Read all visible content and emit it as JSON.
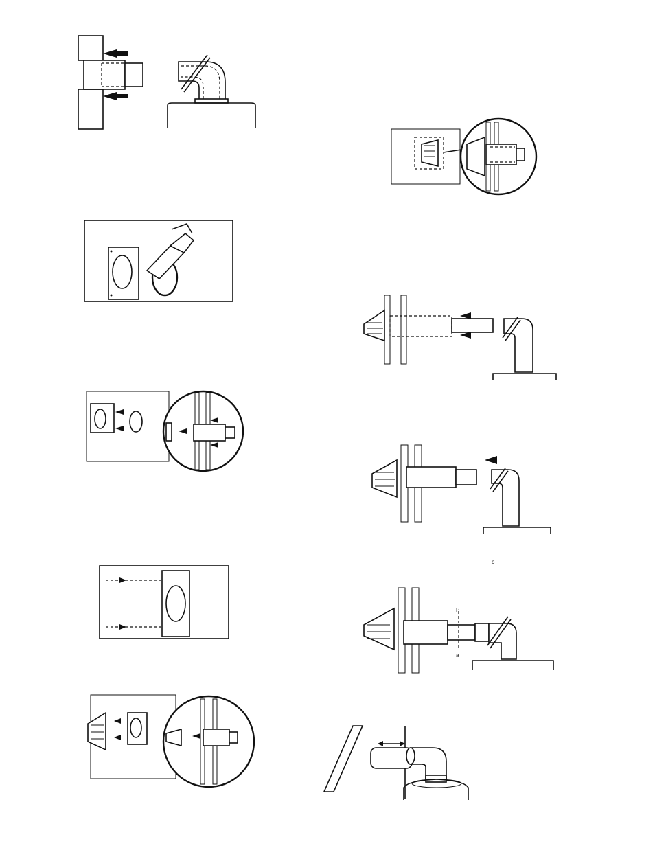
{
  "page": {
    "figures": [
      {
        "id": "fig-wall-sleeve"
      },
      {
        "id": "fig-elbow-heater-top"
      },
      {
        "id": "fig-hood-detail"
      },
      {
        "id": "fig-sealant-wall"
      },
      {
        "id": "fig-vent-extension"
      },
      {
        "id": "fig-plate-gasket"
      },
      {
        "id": "fig-vent-inserted"
      },
      {
        "id": "fig-wall-plate-screws"
      },
      {
        "id": "fig-vent-clamped"
      },
      {
        "id": "fig-hood-install"
      },
      {
        "id": "fig-rear-photo"
      }
    ],
    "small_labels": {
      "mark_o": "o",
      "mark_p": "P",
      "mark_a": "a"
    }
  }
}
